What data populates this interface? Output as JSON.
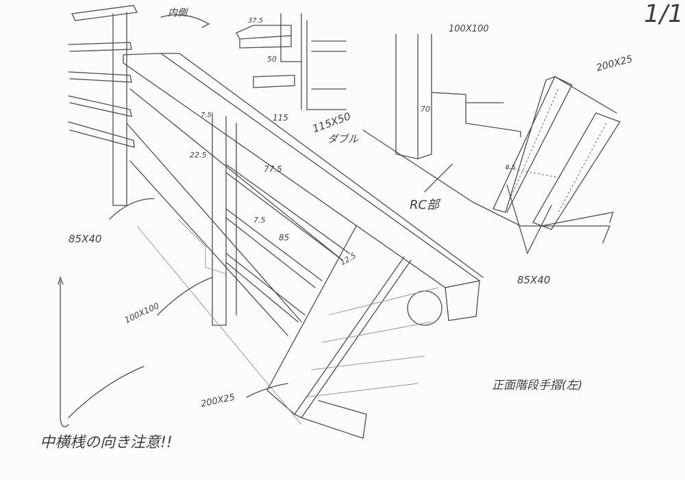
{
  "sheet": {
    "page_number": "1/1"
  },
  "labels": {
    "inside": "内側",
    "dim_375": "37.5",
    "dim_50": "50",
    "post_top": "100X100",
    "dim_70": "70",
    "stringer_top": "200X25",
    "dim_75": "7.5",
    "dim_115": "115",
    "handrail": "115X50",
    "handrail_double": "ダブル",
    "dim_225": "22.5",
    "dim_775": "77.5",
    "dim_75b": "7.5",
    "dim_85": "85",
    "dim_125": "12.5",
    "rc": "RC部",
    "rail_left": "85X40",
    "rail_right": "85X40",
    "post_main": "100X100",
    "stringer_main": "200X25",
    "title": "正面階段手摺(左)",
    "note": "中横桟の向き注意!!",
    "dim_85b": "8.5"
  }
}
